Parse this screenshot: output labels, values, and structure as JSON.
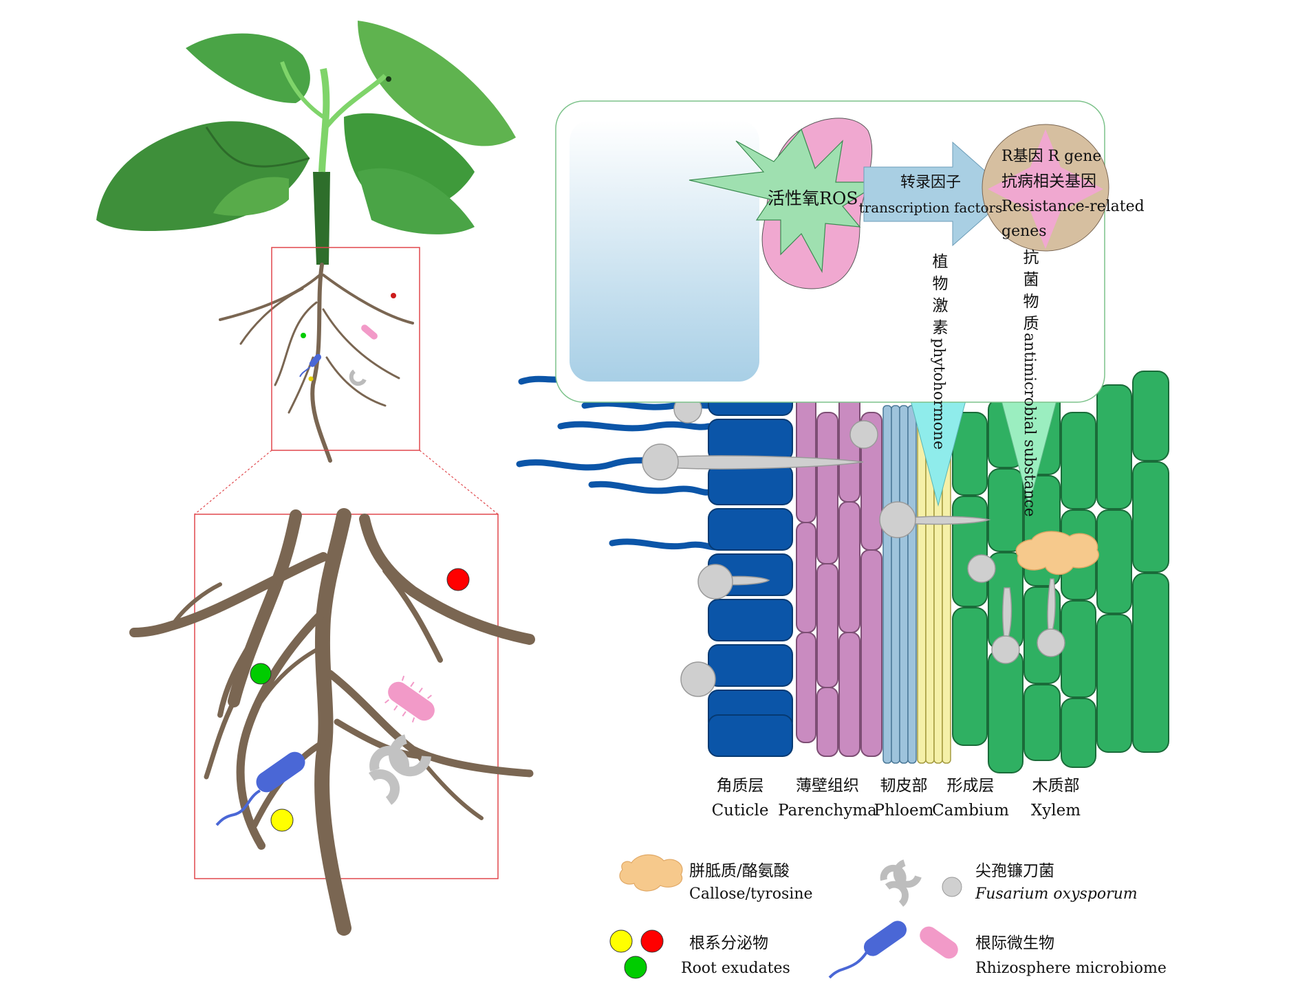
{
  "signaling": {
    "ros": "活性氧ROS",
    "tf_cn": "转录因子",
    "tf_en": "transcription factors",
    "rgene_line1": "R基因 R gene",
    "rgene_line2": "抗病相关基因",
    "rgene_line3": "Resistance-related",
    "rgene_line4": "genes",
    "hormone_cn": "植物激素",
    "hormone_en": "phytohormone",
    "antimicrobial_cn": "抗菌物质",
    "antimicrobial_en": "antimicrobial substance"
  },
  "layers": [
    {
      "cn": "角质层",
      "en": "Cuticle",
      "color": "#0b55a8"
    },
    {
      "cn": "薄壁组织",
      "en": "Parenchyma",
      "color": "#c98bc0"
    },
    {
      "cn": "韧皮部",
      "en": "Phloem",
      "color": "#9ec3dc"
    },
    {
      "cn": "形成层",
      "en": "Cambium",
      "color": "#f5f0a8"
    },
    {
      "cn": "木质部",
      "en": "Xylem",
      "color": "#2fb062"
    }
  ],
  "legend": [
    {
      "cn": "胼胝质/酪氨酸",
      "en": "Callose/tyrosine",
      "icon": "callose-blob",
      "color": "#f6c98c"
    },
    {
      "cn": "尖孢镰刀菌",
      "en": "Fusarium oxysporum",
      "icon": "fusarium-spore",
      "color": "#c9c9c9"
    },
    {
      "cn": "根系分泌物",
      "en": "Root exudates",
      "icon": "exudate-dots",
      "colors": [
        "#ffff00",
        "#ff0000",
        "#00cc00"
      ]
    },
    {
      "cn": "根际微生物",
      "en": "Rhizosphere microbiome",
      "icon": "bacteria",
      "colors": [
        "#4a67d6",
        "#f29ac8"
      ]
    }
  ],
  "colors": {
    "leaf": "#3e9a3c",
    "root": "#7a6652",
    "zoom_box": "#e0474c",
    "cell_box_border": "#7cc28a",
    "ros_star": "#9fe0b0",
    "nucleus": "#f0a8d0",
    "tf_arrow": "#a9cfe3",
    "hormone_arrow": "#8feceb",
    "antimicrobial_arrow": "#9beec0"
  }
}
